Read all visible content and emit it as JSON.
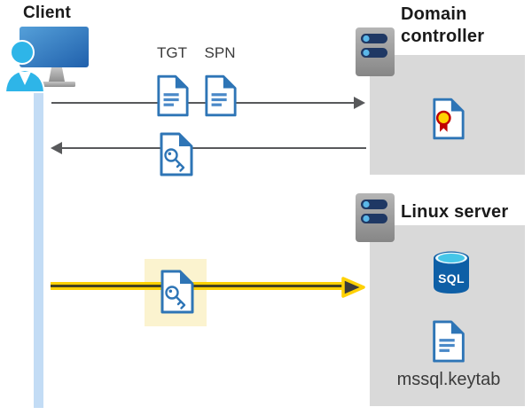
{
  "diagram": {
    "client": {
      "label": "Client"
    },
    "domain_controller": {
      "name_line1": "Domain",
      "name_line2": "controller"
    },
    "linux_server": {
      "name": "Linux server",
      "sql_badge": "SQL",
      "keytab_filename": "mssql.keytab"
    },
    "tickets": {
      "tgt": "TGT",
      "spn": "SPN"
    }
  },
  "colors": {
    "label_dark": "#1A1A1A",
    "sublabel_gray": "#3B3B3B",
    "doc_blue": "#2E75B6",
    "doc_line_blue": "#4A89C8",
    "arrow_gray": "#58595B",
    "box_gray": "#D9D9D9",
    "lifeline_blue": "#C3DCF5",
    "highlight_yellow": "#FBF3CF",
    "accent_yellow": "#FFD104",
    "arrow_core_dark": "#45431F",
    "server_bar_navy": "#1F3864",
    "server_dot_blue": "#5BB7E8",
    "sql_body_blue": "#0E5FA6",
    "sql_top_cyan": "#45C6E8",
    "cert_gold": "#FFD200",
    "cert_red": "#C00000",
    "person_cyan": "#2EB5E8"
  }
}
